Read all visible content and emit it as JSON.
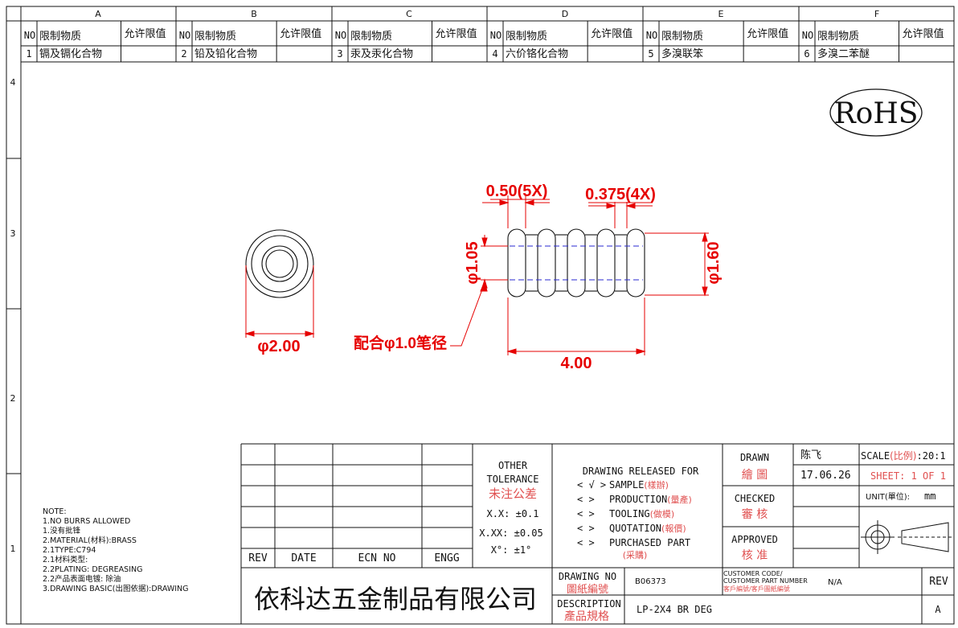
{
  "zones": {
    "columns": [
      "A",
      "B",
      "C",
      "D",
      "E",
      "F"
    ],
    "rows": [
      "4",
      "3",
      "2",
      "1"
    ]
  },
  "restricted_header": {
    "no": "NO",
    "substance": "限制物质",
    "limit": "允许限值"
  },
  "restricted": [
    {
      "no": "1",
      "name": "镉及镉化合物"
    },
    {
      "no": "2",
      "name": "铅及铅化合物"
    },
    {
      "no": "3",
      "name": "汞及汞化合物"
    },
    {
      "no": "4",
      "name": "六价铬化合物"
    },
    {
      "no": "5",
      "name": "多溴联笨"
    },
    {
      "no": "6",
      "name": "多溴二苯醚"
    }
  ],
  "rohs": "RoHS",
  "dimensions": {
    "pitch": "0.50(5X)",
    "groove": "0.375(4X)",
    "inner_dia": "φ1.05",
    "outer_dia": "φ1.60",
    "end_dia": "φ2.00",
    "length": "4.00",
    "note": "配合φ1.0笔径"
  },
  "notes": [
    "NOTE:",
    "1.NO BURRS ALLOWED",
    "1.没有批锋",
    "2.MATERIAL(材料):BRASS",
    "2.1TYPE:C794",
    "2.1材料类型:",
    "2.2PLATING: DEGREASING",
    "2.2产品表面电镀: 除油",
    "3.DRAWING BASIC(出图依据):DRAWING"
  ],
  "rev_table": {
    "rev": "REV",
    "date": "DATE",
    "ecn": "ECN NO",
    "engg": "ENGG"
  },
  "tolerance": {
    "title1": "OTHER",
    "title2": "TOLERANCE",
    "title_cn": "未注公差",
    "xx": "X.X: ±0.1",
    "xxx": "X.XX: ±0.05",
    "deg": "X°: ±1°"
  },
  "release": {
    "title": "DRAWING RELEASED FOR",
    "items": [
      {
        "mark": "< √ >",
        "en": "SAMPLE",
        "cn": "(樣辦)"
      },
      {
        "mark": "<   >",
        "en": "PRODUCTION",
        "cn": "(量產)"
      },
      {
        "mark": "<   >",
        "en": "TOOLING",
        "cn": "(做模)"
      },
      {
        "mark": "<   >",
        "en": "QUOTATION",
        "cn": "(報價)"
      },
      {
        "mark": "<   >",
        "en": "PURCHASED PART",
        "cn": "(采購)"
      }
    ]
  },
  "signoff": {
    "drawn": "DRAWN",
    "drawn_cn": "繪 圖",
    "drawn_by": "陈飞",
    "drawn_date": "17.06.26",
    "checked": "CHECKED",
    "checked_cn": "審 核",
    "approved": "APPROVED",
    "approved_cn": "核 准"
  },
  "scale": {
    "label": "SCALE",
    "label_cn": "(比例)",
    "value": ":20:1"
  },
  "sheet": "SHEET:  1 OF 1",
  "unit": {
    "label": "UNIT(單位):",
    "value": "mm"
  },
  "company": "依科达五金制品有限公司",
  "drawing_no": {
    "label": "DRAWING NO",
    "label_cn": "圖紙編號",
    "value": "B06373"
  },
  "description": {
    "label": "DESCRIPTION",
    "label_cn": "產品規格",
    "value": "LP-2X4 BR DEG"
  },
  "customer": {
    "label1": "CUSTOMER CODE/",
    "label2": "CUSTOMER PART NUMBER",
    "label_cn": "客戶編號/客戶圖紙編號",
    "value": "N/A"
  },
  "rev": {
    "label": "REV",
    "value": "A"
  },
  "colors": {
    "accent_red": "#e60000",
    "label_red": "#e05050",
    "centerline": "#2a2ad0",
    "line": "#111111"
  }
}
